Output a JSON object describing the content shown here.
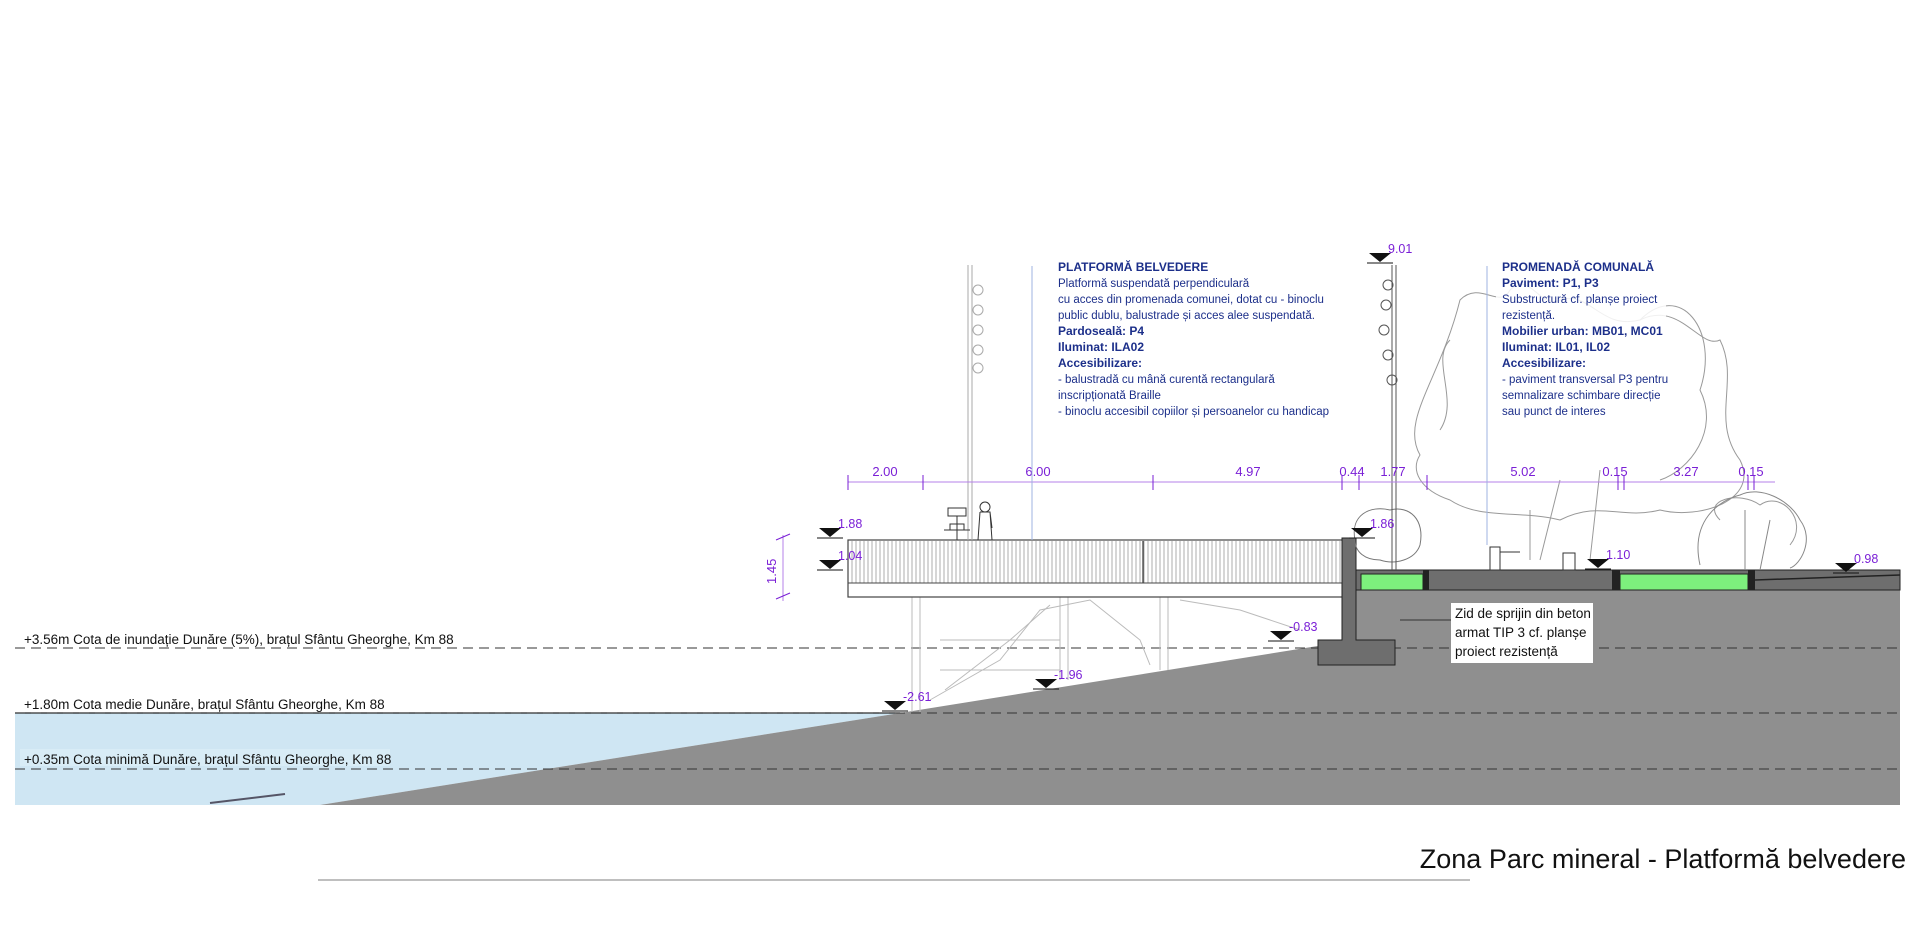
{
  "title": "Zona Parc mineral - Platformă belvedere",
  "water_levels": [
    {
      "label": "+3.56m Cota de inundație Dunăre (5%), brațul Sfântu Gheorghe, Km 88"
    },
    {
      "label": "+1.80m Cota medie Dunăre, brațul Sfântu Gheorghe, Km 88"
    },
    {
      "label": "+0.35m Cota minimă Dunăre, brațul Sfântu Gheorghe, Km 88"
    }
  ],
  "dimensions": {
    "horizontal": [
      "2.00",
      "6.00",
      "4.97",
      "0.44",
      "1.77",
      "5.02",
      "0.15",
      "3.27",
      "0.15"
    ],
    "vertical": "1.45"
  },
  "elevation_markers": [
    "1.88",
    "1.04",
    "-2.61",
    "-1.96",
    "-0.83",
    "1.86",
    "9.01",
    "1.10",
    "0.98"
  ],
  "platform_note": {
    "heading": "PLATFORMĂ BELVEDERE",
    "lines": [
      "Platformă suspendată perpendiculară",
      "cu acces din promenada comunei, dotat cu - binoclu",
      "public dublu, balustrade și acces alee suspendată."
    ],
    "flooring": "Pardoseală: P4",
    "lighting": "Iluminat: ILA02",
    "access_heading": "Accesibilizare:",
    "access_lines": [
      "- balustradă cu mână curentă rectangulară",
      "inscripționată Braille",
      "- binoclu accesibil copiilor și persoanelor cu handicap"
    ]
  },
  "promenade_note": {
    "heading": "PROMENADĂ COMUNALĂ",
    "pavement": "Paviment: P1, P3",
    "lines": [
      "Substructură cf. planșe proiect",
      "rezistență."
    ],
    "furniture": "Mobilier urban: MB01, MC01",
    "lighting": "Iluminat: IL01, IL02",
    "access_heading": "Accesibilizare:",
    "access_lines": [
      "- paviment transversal P3 pentru",
      "semnalizare schimbare direcție",
      "sau punct de interes"
    ]
  },
  "wall_note": [
    "Zid de sprijin din beton",
    "armat TIP 3 cf. planșe",
    "proiect rezistență"
  ],
  "colors": {
    "ground": "#8f8f8f",
    "water": "#cfe6f3",
    "planting": "#7df07d",
    "dimension": "#7a1fd6",
    "annotation": "#1c2f8a"
  }
}
